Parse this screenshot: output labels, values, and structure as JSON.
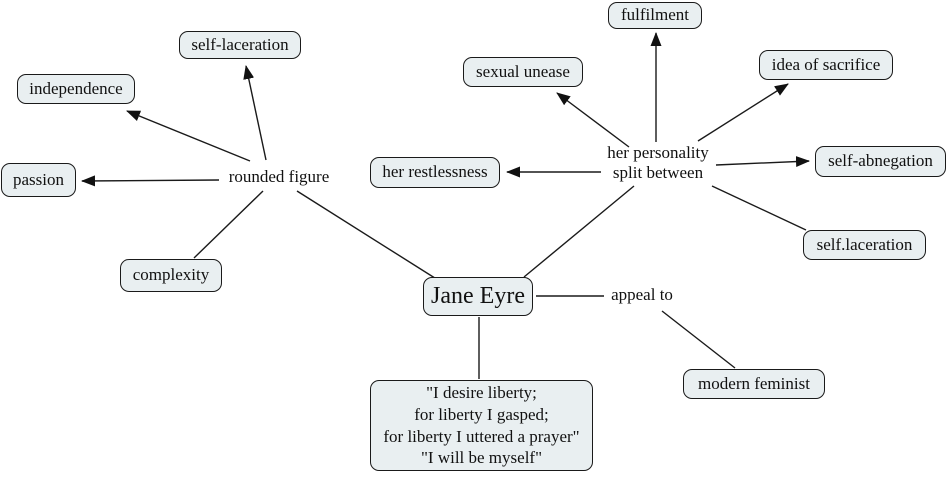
{
  "diagram": {
    "type": "concept-map",
    "topic": "Jane Eyre",
    "colors": {
      "node_fill": "#e9eff1",
      "node_border": "#1a1a1a",
      "edge_color": "#1a1a1a",
      "background": "#ffffff"
    },
    "nodes": {
      "jane_eyre": "Jane Eyre",
      "rounded_figure": "rounded figure",
      "independence": "independence",
      "self_laceration_left": "self-laceration",
      "passion": "passion",
      "complexity": "complexity",
      "her_personality": "her personality\nsplit between",
      "her_restlessness": "her restlessness",
      "sexual_unease": "sexual unease",
      "fulfilment": "fulfilment",
      "idea_of_sacrifice": "idea of sacrifice",
      "self_abnegation": "self-abnegation",
      "self_laceration_right": "self.laceration",
      "appeal_to": "appeal to",
      "modern_feminist": "modern feminist",
      "quote": "\"I desire liberty;\nfor liberty I gasped;\nfor liberty I uttered a prayer\"\n\"I will be myself\""
    },
    "edges": [
      {
        "from": "rounded_figure",
        "to": "independence",
        "arrow": true
      },
      {
        "from": "rounded_figure",
        "to": "self_laceration_left",
        "arrow": true
      },
      {
        "from": "rounded_figure",
        "to": "passion",
        "arrow": true
      },
      {
        "from": "rounded_figure",
        "to": "complexity",
        "arrow": false
      },
      {
        "from": "jane_eyre",
        "to": "rounded_figure",
        "arrow": false
      },
      {
        "from": "her_personality",
        "to": "fulfilment",
        "arrow": true
      },
      {
        "from": "her_personality",
        "to": "sexual_unease",
        "arrow": true
      },
      {
        "from": "her_personality",
        "to": "idea_of_sacrifice",
        "arrow": true
      },
      {
        "from": "her_personality",
        "to": "self_abnegation",
        "arrow": true
      },
      {
        "from": "her_personality",
        "to": "self_laceration_right",
        "arrow": false
      },
      {
        "from": "her_personality",
        "to": "her_restlessness",
        "arrow": true
      },
      {
        "from": "jane_eyre",
        "to": "her_personality",
        "arrow": false
      },
      {
        "from": "jane_eyre",
        "to": "appeal_to",
        "arrow": false
      },
      {
        "from": "appeal_to",
        "to": "modern_feminist",
        "arrow": false
      },
      {
        "from": "jane_eyre",
        "to": "quote",
        "arrow": false
      }
    ]
  }
}
